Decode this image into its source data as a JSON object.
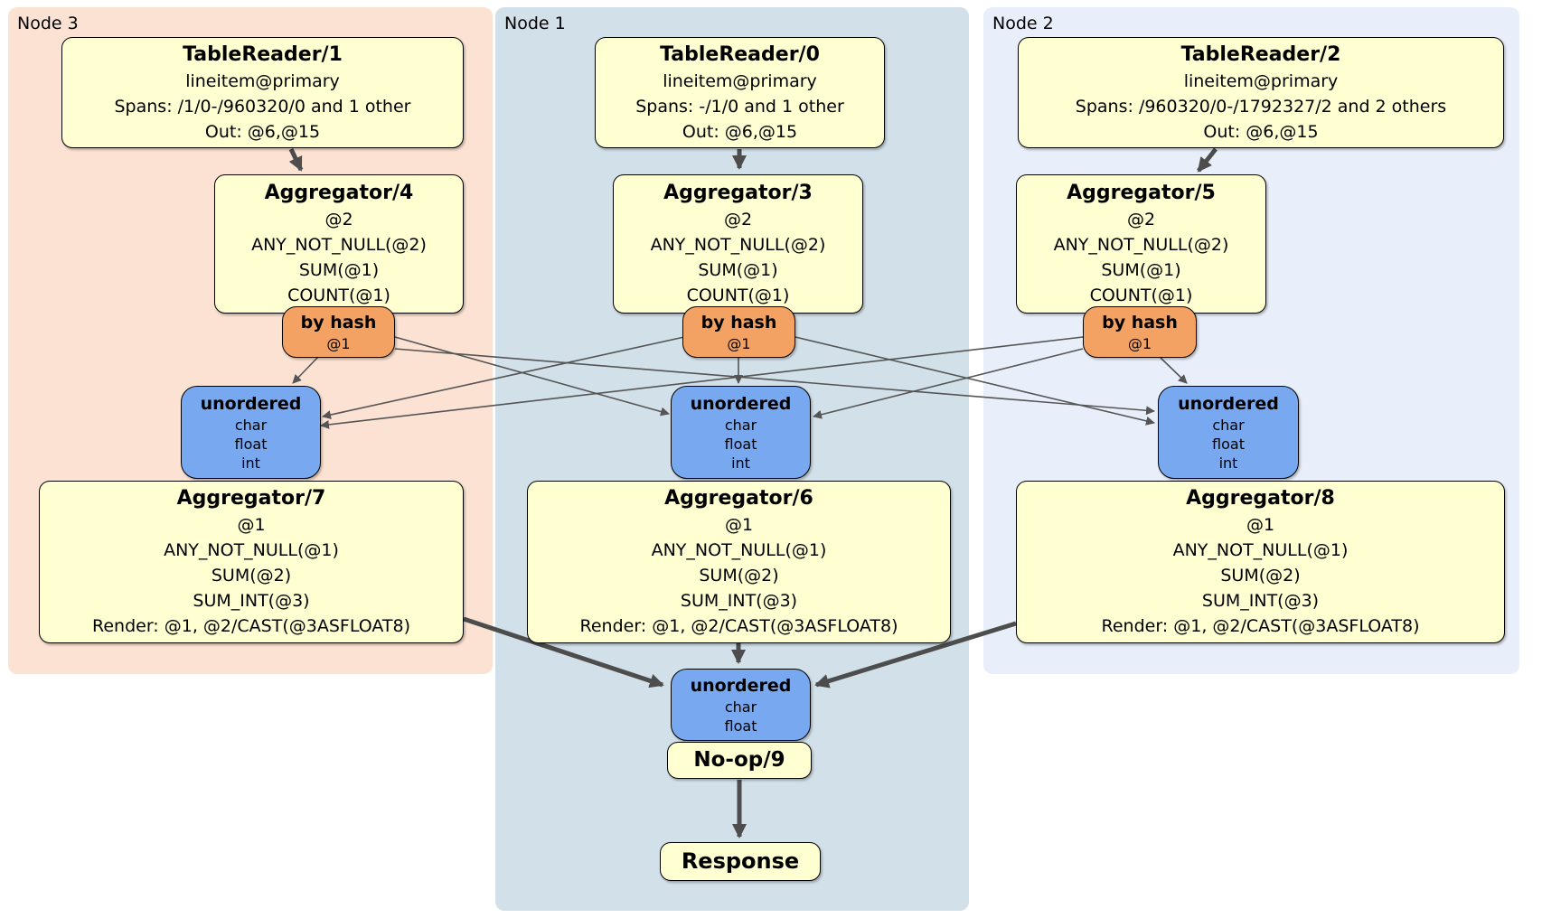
{
  "regions": {
    "node3": "Node 3",
    "node1": "Node 1",
    "node2": "Node 2"
  },
  "tablereaders": {
    "tr1": {
      "title": "TableReader/1",
      "index": "lineitem@primary",
      "spans": "Spans: /1/0-/960320/0 and 1 other",
      "out": "Out: @6,@15"
    },
    "tr0": {
      "title": "TableReader/0",
      "index": "lineitem@primary",
      "spans": "Spans: -/1/0 and 1 other",
      "out": "Out: @6,@15"
    },
    "tr2": {
      "title": "TableReader/2",
      "index": "lineitem@primary",
      "spans": "Spans: /960320/0-/1792327/2 and 2 others",
      "out": "Out: @6,@15"
    }
  },
  "top_aggregators": {
    "agg4": {
      "title": "Aggregator/4",
      "group_key": "@2",
      "fn1": "ANY_NOT_NULL(@2)",
      "fn2": "SUM(@1)",
      "fn3": "COUNT(@1)"
    },
    "agg3": {
      "title": "Aggregator/3",
      "group_key": "@2",
      "fn1": "ANY_NOT_NULL(@2)",
      "fn2": "SUM(@1)",
      "fn3": "COUNT(@1)"
    },
    "agg5": {
      "title": "Aggregator/5",
      "group_key": "@2",
      "fn1": "ANY_NOT_NULL(@2)",
      "fn2": "SUM(@1)",
      "fn3": "COUNT(@1)"
    }
  },
  "routers": {
    "hash_left": {
      "title": "by hash",
      "key": "@1"
    },
    "hash_mid": {
      "title": "by hash",
      "key": "@1"
    },
    "hash_right": {
      "title": "by hash",
      "key": "@1"
    }
  },
  "syncs": {
    "unordered_left": {
      "title": "unordered",
      "col1": "char",
      "col2": "float",
      "col3": "int"
    },
    "unordered_mid": {
      "title": "unordered",
      "col1": "char",
      "col2": "float",
      "col3": "int"
    },
    "unordered_right": {
      "title": "unordered",
      "col1": "char",
      "col2": "float",
      "col3": "int"
    },
    "unordered_final": {
      "title": "unordered",
      "col1": "char",
      "col2": "float"
    }
  },
  "bottom_aggregators": {
    "agg7": {
      "title": "Aggregator/7",
      "group_key": "@1",
      "fn1": "ANY_NOT_NULL(@1)",
      "fn2": "SUM(@2)",
      "fn3": "SUM_INT(@3)",
      "render": "Render: @1, @2/CAST(@3ASFLOAT8)"
    },
    "agg6": {
      "title": "Aggregator/6",
      "group_key": "@1",
      "fn1": "ANY_NOT_NULL(@1)",
      "fn2": "SUM(@2)",
      "fn3": "SUM_INT(@3)",
      "render": "Render: @1, @2/CAST(@3ASFLOAT8)"
    },
    "agg8": {
      "title": "Aggregator/8",
      "group_key": "@1",
      "fn1": "ANY_NOT_NULL(@1)",
      "fn2": "SUM(@2)",
      "fn3": "SUM_INT(@3)",
      "render": "Render: @1, @2/CAST(@3ASFLOAT8)"
    }
  },
  "final": {
    "noop": "No-op/9",
    "response": "Response"
  },
  "colors": {
    "node3_bg": "#fce2d2",
    "node1_bg": "#d2e0e9",
    "node2_bg": "#e9effa",
    "box_bg": "#ffffd2",
    "router_bg": "#f4a263",
    "sync_bg": "#78a9f0",
    "edge": "#4d4d4d"
  }
}
